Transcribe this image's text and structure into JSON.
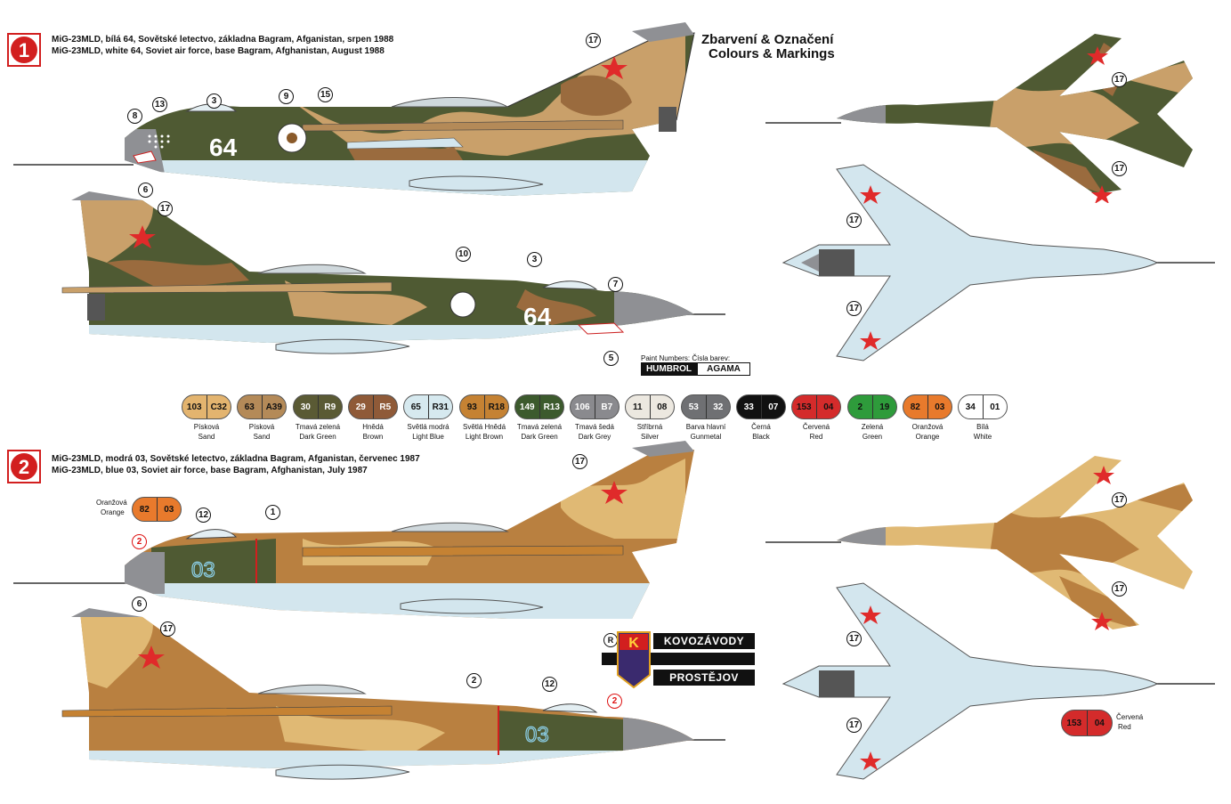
{
  "heading": {
    "cz": "Zbarvení & Označení",
    "en": "Colours & Markings"
  },
  "options": [
    {
      "number": "1",
      "title_cz": "MiG-23MLD, bílá 64, Sovětské letectvo, základna Bagram, Afganistan, srpen 1988",
      "title_en": "MiG-23MLD, white 64, Soviet air force, base Bagram, Afghanistan, August 1988",
      "code": "64"
    },
    {
      "number": "2",
      "title_cz": "MiG-23MLD, modrá 03, Sovětské letectvo, základna Bagram, Afganistan, červenec 1987",
      "title_en": "MiG-23MLD, blue 03, Soviet air force, base Bagram, Afghanistan, July 1987",
      "code": "03"
    }
  ],
  "paint_header": {
    "label": "Paint Numbers: Čísla barev:",
    "brand1": "HUMBROL",
    "brand2": "AGAMA"
  },
  "swatches": [
    {
      "h": "103",
      "a": "C32",
      "cz": "Písková",
      "en": "Sand",
      "color": "#e3b46f",
      "text": "#111"
    },
    {
      "h": "63",
      "a": "A39",
      "cz": "Písková",
      "en": "Sand",
      "color": "#b48a58",
      "text": "#111"
    },
    {
      "h": "30",
      "a": "R9",
      "cz": "Tmavá zelená",
      "en": "Dark Green",
      "color": "#5a5a34",
      "text": "#fff"
    },
    {
      "h": "29",
      "a": "R5",
      "cz": "Hnědá",
      "en": "Brown",
      "color": "#8f5a38",
      "text": "#fff"
    },
    {
      "h": "65",
      "a": "R31",
      "cz": "Světlá modrá",
      "en": "Light Blue",
      "color": "#d6e9ef",
      "text": "#111"
    },
    {
      "h": "93",
      "a": "R18",
      "cz": "Světlá Hnědá",
      "en": "Light Brown",
      "color": "#c58233",
      "text": "#111"
    },
    {
      "h": "149",
      "a": "R13",
      "cz": "Tmavá zelená",
      "en": "Dark Green",
      "color": "#3c5a2d",
      "text": "#fff"
    },
    {
      "h": "106",
      "a": "B7",
      "cz": "Tmavá šedá",
      "en": "Dark Grey",
      "color": "#8a8a8e",
      "text": "#fff"
    },
    {
      "h": "11",
      "a": "08",
      "cz": "Stříbrná",
      "en": "Silver",
      "color": "#ece8e0",
      "text": "#111"
    },
    {
      "h": "53",
      "a": "32",
      "cz": "Barva hlavní",
      "en": "Gunmetal",
      "color": "#6f7073",
      "text": "#fff"
    },
    {
      "h": "33",
      "a": "07",
      "cz": "Černá",
      "en": "Black",
      "color": "#111111",
      "text": "#fff"
    },
    {
      "h": "153",
      "a": "04",
      "cz": "Červená",
      "en": "Red",
      "color": "#d42b2b",
      "text": "#111"
    },
    {
      "h": "2",
      "a": "19",
      "cz": "Zelená",
      "en": "Green",
      "color": "#2e9b3b",
      "text": "#111"
    },
    {
      "h": "82",
      "a": "03",
      "cz": "Oranžová",
      "en": "Orange",
      "color": "#e87a2c",
      "text": "#111"
    },
    {
      "h": "34",
      "a": "01",
      "cz": "Bílá",
      "en": "White",
      "color": "#ffffff",
      "text": "#111"
    }
  ],
  "orange_note": {
    "cz": "Oranžová",
    "en": "Orange",
    "h": "82",
    "a": "03"
  },
  "red_note": {
    "cz": "Červená",
    "en": "Red",
    "h": "153",
    "a": "04"
  },
  "callouts": {
    "c1": "1",
    "c2": "2",
    "c3": "3",
    "c5": "5",
    "c6": "6",
    "c7": "7",
    "c8": "8",
    "c9": "9",
    "c10": "10",
    "c12": "12",
    "c13": "13",
    "c15": "15",
    "c17": "17"
  },
  "logo": {
    "mark": "R",
    "letter": "K",
    "line1": "KOVOZÁVODY",
    "line2": "PROSTĚJOV"
  },
  "colors": {
    "camo_green": "#4f5a33",
    "camo_brown": "#9a6b3e",
    "camo_sand": "#c9a06a",
    "desert_brown": "#b98040",
    "desert_sand": "#e0b974",
    "underside": "#d3e6ee",
    "nose_grey": "#8f9094",
    "red_star": "#e02a2a",
    "badge_red": "#d21f1f",
    "code_blue": "#8ccfe8"
  }
}
